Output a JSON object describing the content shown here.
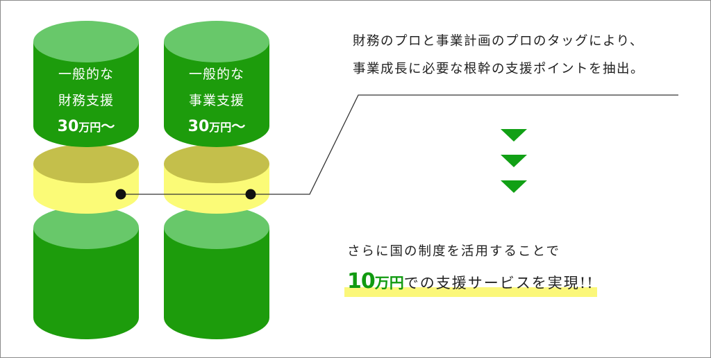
{
  "colors": {
    "green_body": "#1d9c0c",
    "green_top": "#68c86a",
    "yellow_body": "#fbfb77",
    "yellow_top": "#c4bf4b",
    "arrow_green": "#11a015",
    "number_green": "#119a10",
    "highlight_yellow": "#fbf77a"
  },
  "columns": [
    {
      "top_label_1": "一般的な",
      "top_label_2": "財務支援",
      "price_num": "30",
      "price_unit": "万円",
      "price_tilde": "〜"
    },
    {
      "top_label_1": "一般的な",
      "top_label_2": "事業支援",
      "price_num": "30",
      "price_unit": "万円",
      "price_tilde": "〜"
    }
  ],
  "note": {
    "line1": "財務のプロと事業計画のプロのタッグにより、",
    "line2": "事業成長に必要な根幹の支援ポイントを抽出。"
  },
  "result": {
    "line1": "さらに国の制度を活用することで",
    "amount_num": "10",
    "amount_unit": "万円",
    "line2_rest": "での支援サービスを実現!!"
  },
  "icons": {
    "arrow": "down-triangle-icon"
  }
}
